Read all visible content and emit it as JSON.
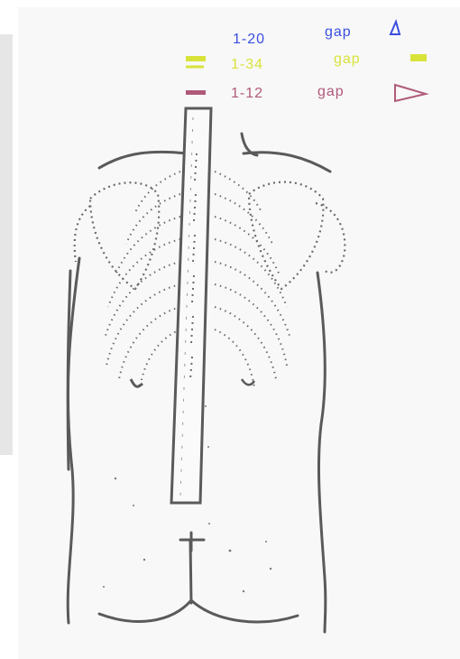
{
  "legend": {
    "rows": [
      {
        "range": "1-20",
        "label": "gap",
        "symbol": "triangle",
        "color": "#3a4ee0"
      },
      {
        "range": "1-34",
        "label": "gap",
        "symbol": "rectangle",
        "color": "#d8e33a"
      },
      {
        "range": "1-12",
        "label": "gap",
        "symbol": "open-triangle-right",
        "color": "#b05a7a"
      }
    ]
  },
  "colors": {
    "paper": "#f2f2f2",
    "sheet": "#fafafa",
    "ink": "#5a5a5a",
    "dot": "#6a6a6a",
    "left_shade": "#e6e6e6"
  },
  "icons": {
    "body": "human-back-outline-icon",
    "strip": "spine-test-strip-icon"
  }
}
